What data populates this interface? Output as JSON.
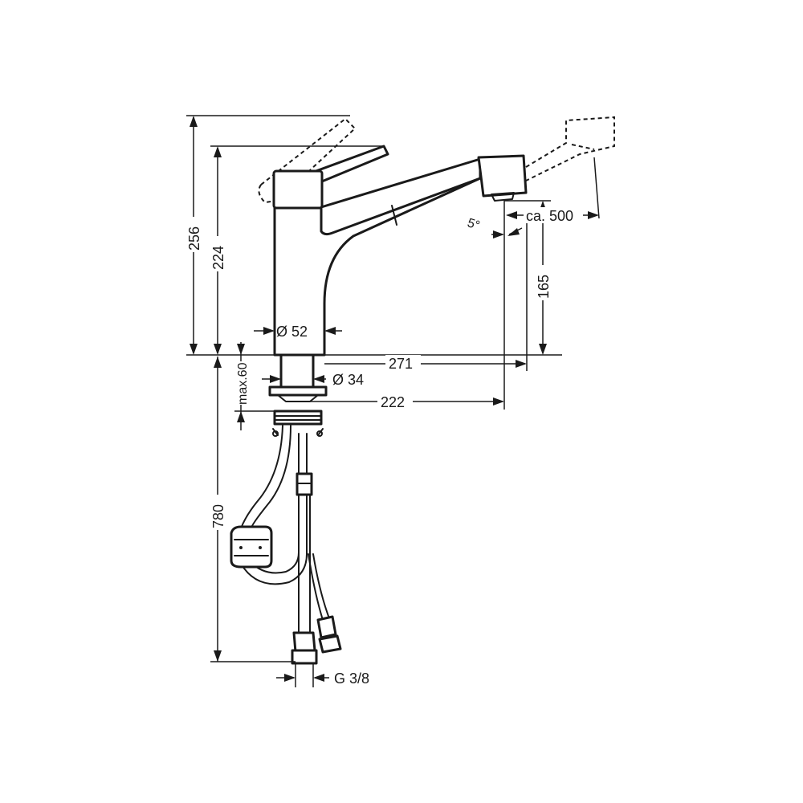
{
  "dimensions": {
    "total_height": "256",
    "spout_height": "224",
    "base_diameter": "Ø 52",
    "shank_diameter": "Ø 34",
    "max_deck_thickness": "max.60",
    "reach_outer": "271",
    "reach_aerator": "222",
    "aerator_height": "165",
    "hose_pullout": "ca. 500",
    "spray_angle": "5°",
    "hose_length": "780",
    "thread": "G 3/8"
  },
  "colors": {
    "line": "#1a1a1a",
    "background": "#ffffff"
  }
}
